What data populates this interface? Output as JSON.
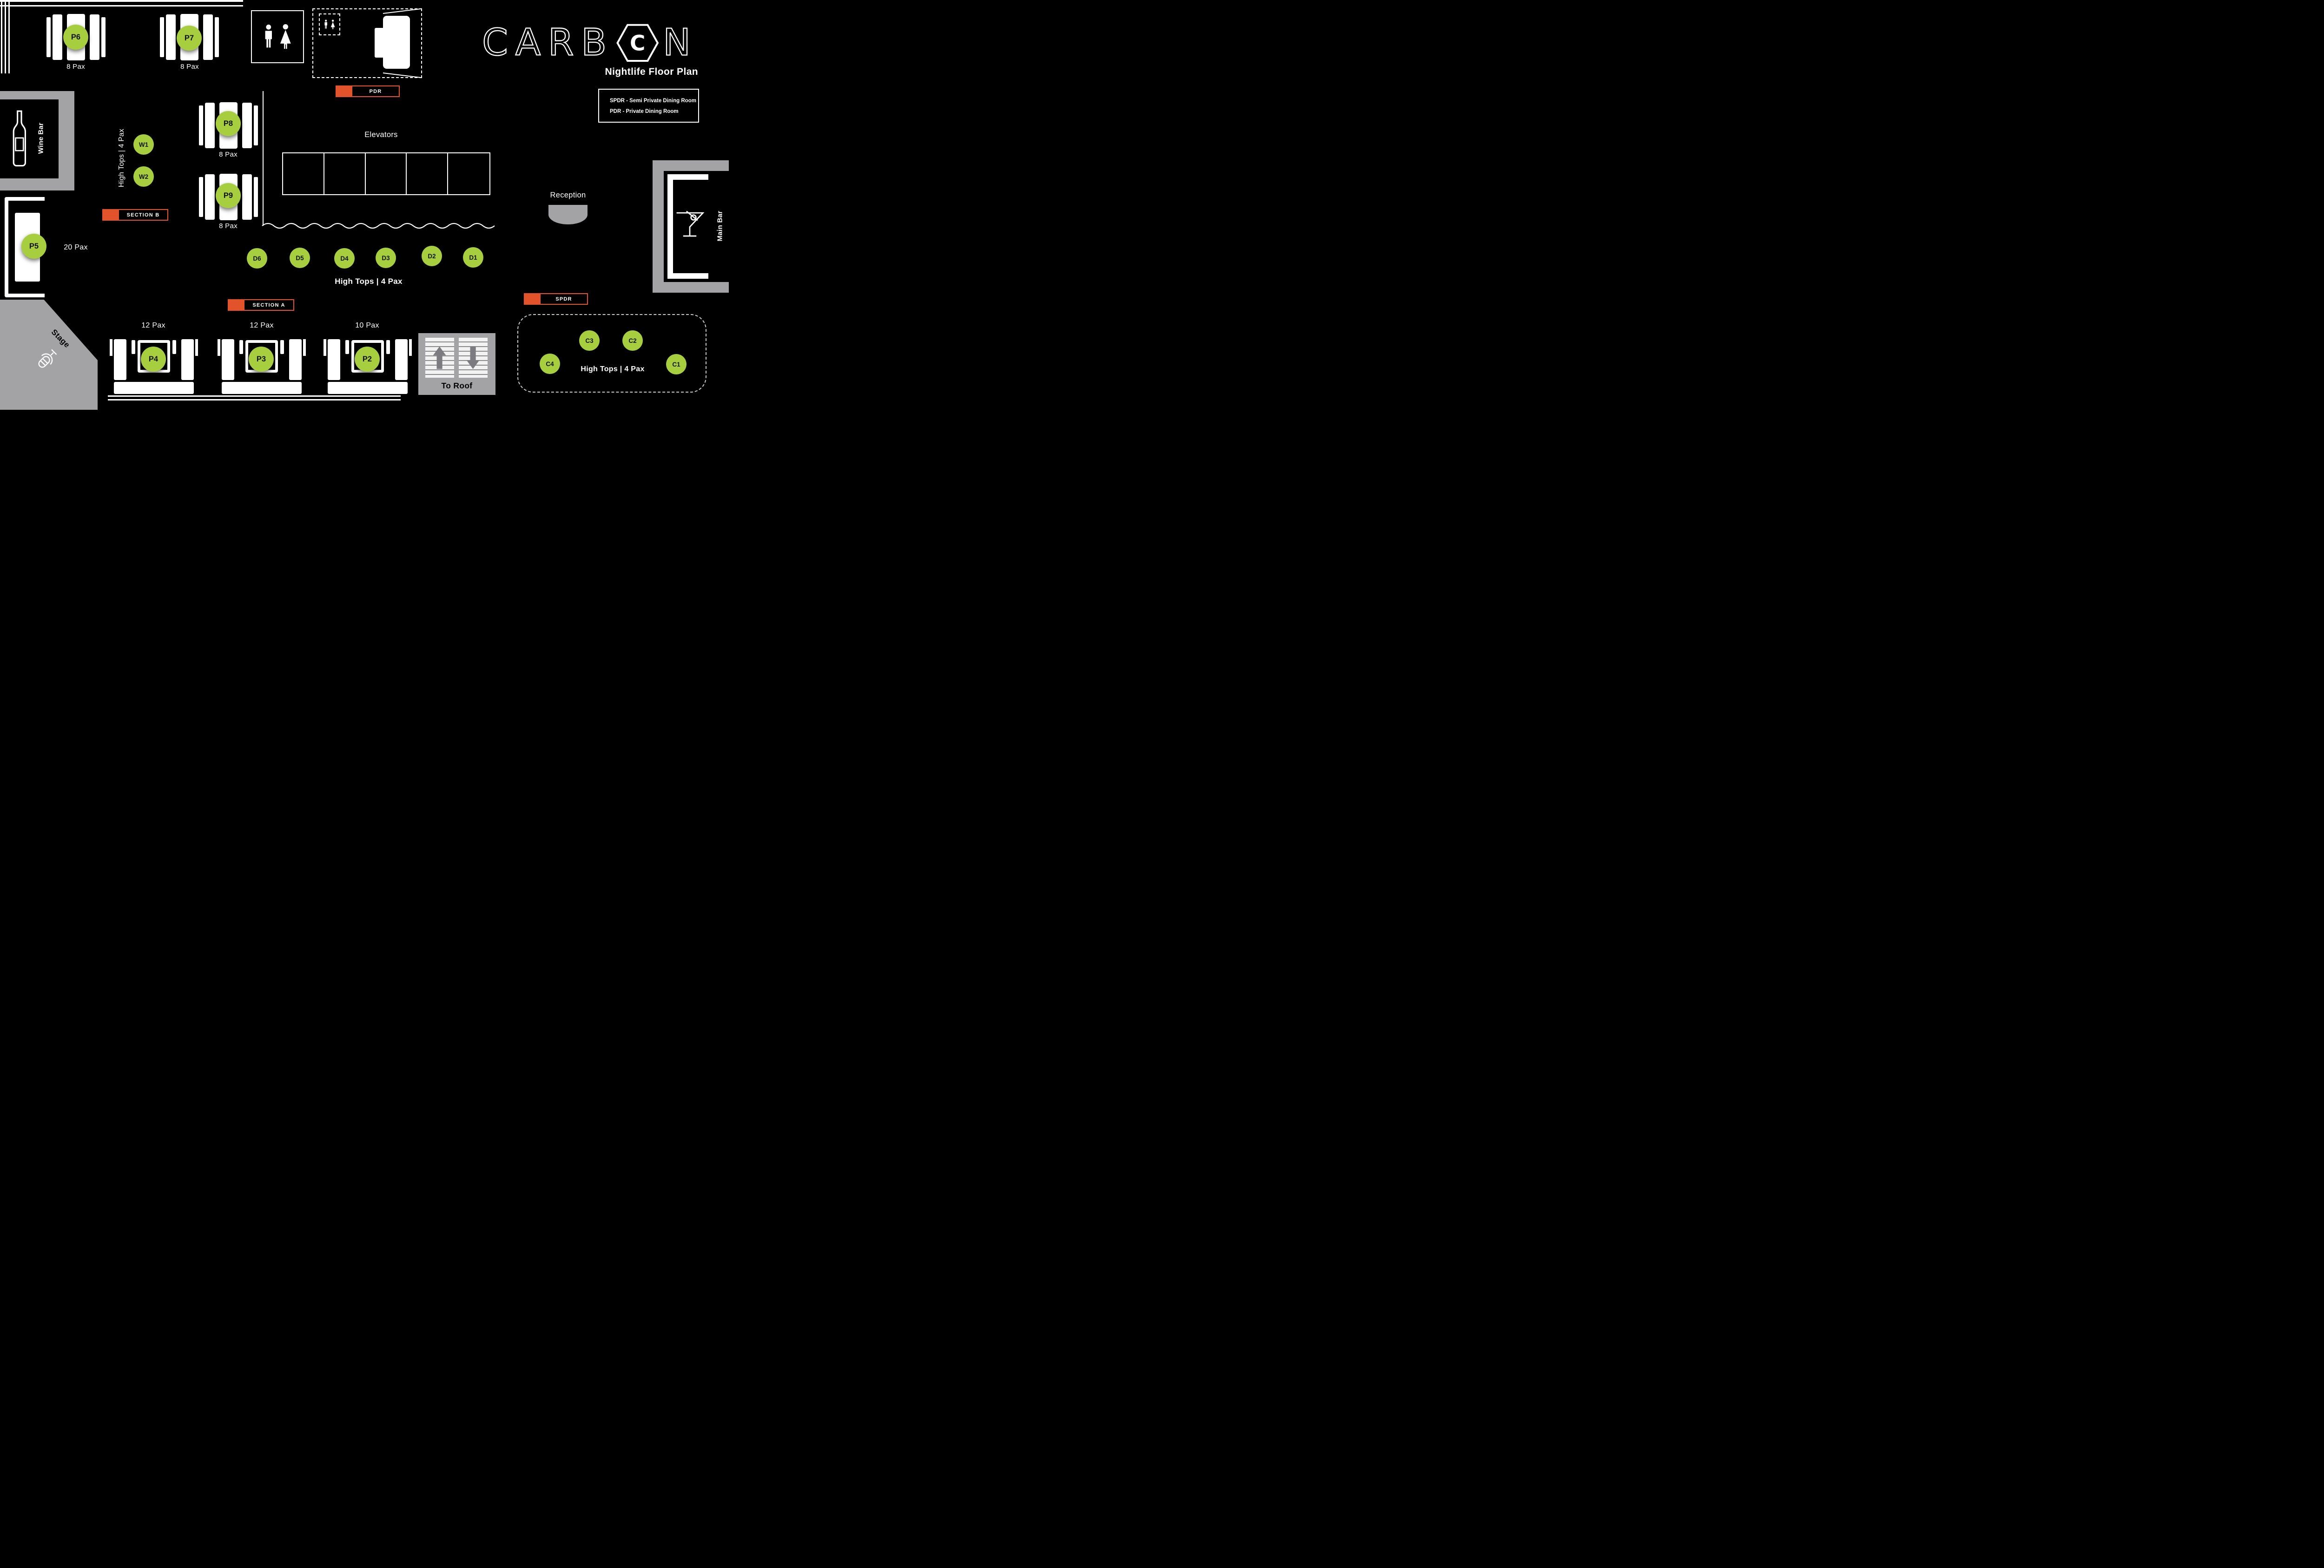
{
  "brand": {
    "logo_main": "CARB",
    "logo_hex_letter": "C",
    "logo_tail": "N",
    "subtitle": "Nightlife Floor Plan"
  },
  "legend": {
    "spdr": "SPDR - Semi Private Dining Room",
    "pdr": "PDR - Private Dining Room"
  },
  "tags": {
    "pdr": "PDR",
    "spdr": "SPDR",
    "section_a": "SECTION A",
    "section_b": "SECTION B"
  },
  "areas": {
    "elevators": "Elevators",
    "reception": "Reception",
    "wine_bar": "Wine Bar",
    "main_bar": "Main Bar",
    "stage": "Stage",
    "to_roof": "To Roof"
  },
  "tables": {
    "p2": {
      "id": "P2",
      "capacity": "10 Pax"
    },
    "p3": {
      "id": "P3",
      "capacity": "12 Pax"
    },
    "p4": {
      "id": "P4",
      "capacity": "12 Pax"
    },
    "p5": {
      "id": "P5",
      "capacity": "20 Pax"
    },
    "p6": {
      "id": "P6",
      "capacity": "8 Pax"
    },
    "p7": {
      "id": "P7",
      "capacity": "8 Pax"
    },
    "p8": {
      "id": "P8",
      "capacity": "8 Pax"
    },
    "p9": {
      "id": "P9",
      "capacity": "8 Pax"
    }
  },
  "hightops": {
    "caption": "High Tops  |  4 Pax",
    "w": {
      "seats": [
        "W1",
        "W2"
      ]
    },
    "d": {
      "seats": [
        "D6",
        "D5",
        "D4",
        "D3",
        "D2",
        "D1"
      ]
    },
    "c": {
      "seats": [
        "C4",
        "C3",
        "C2",
        "C1"
      ]
    }
  },
  "colors": {
    "green": "#a6ce3e",
    "orange": "#e2532b",
    "gray": "#a3a3a5",
    "bg": "#000000",
    "fg": "#ffffff"
  }
}
